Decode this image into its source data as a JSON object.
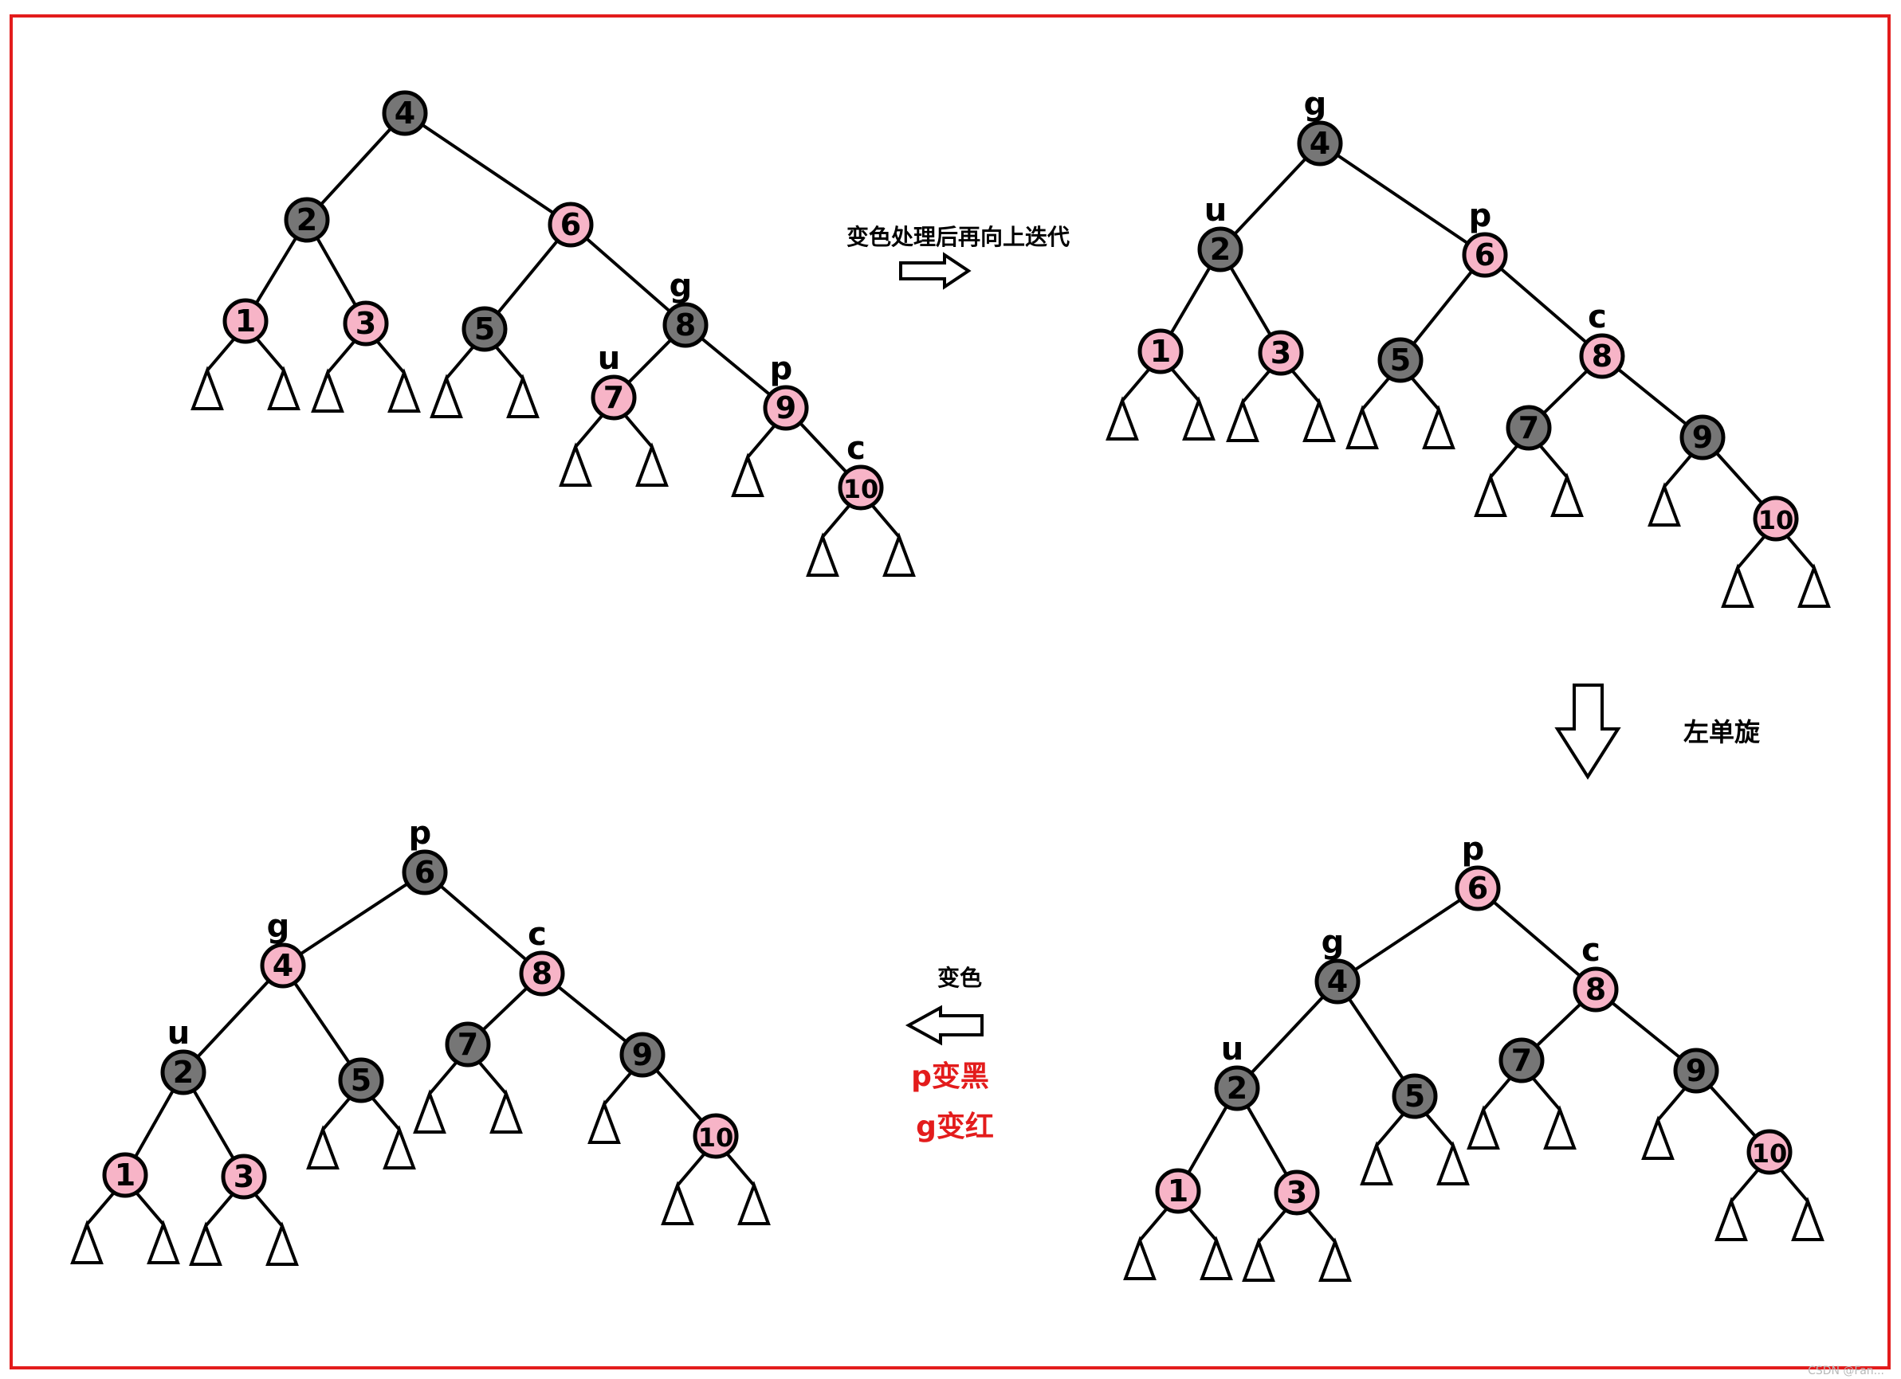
{
  "colors": {
    "black_node": "#767676",
    "red_node": "#f7b4c7",
    "frame": "#e31c1c",
    "emphasis": "#e31c1c"
  },
  "trees": [
    {
      "name": "tree-before",
      "nodes": [
        {
          "id": "4",
          "color": "black"
        },
        {
          "id": "2",
          "color": "black"
        },
        {
          "id": "6",
          "color": "red"
        },
        {
          "id": "1",
          "color": "red"
        },
        {
          "id": "3",
          "color": "red"
        },
        {
          "id": "5",
          "color": "black"
        },
        {
          "id": "8",
          "color": "black",
          "tag": "g"
        },
        {
          "id": "7",
          "color": "red",
          "tag": "u"
        },
        {
          "id": "9",
          "color": "red",
          "tag": "p"
        },
        {
          "id": "10",
          "color": "red",
          "tag": "c"
        }
      ],
      "edges": [
        [
          "4",
          "2"
        ],
        [
          "4",
          "6"
        ],
        [
          "2",
          "1"
        ],
        [
          "2",
          "3"
        ],
        [
          "6",
          "5"
        ],
        [
          "6",
          "8"
        ],
        [
          "8",
          "7"
        ],
        [
          "8",
          "9"
        ],
        [
          "9",
          "10"
        ]
      ],
      "leaves": [
        "1",
        "3",
        "5",
        "7",
        "10"
      ],
      "left_leaf_only": [
        "9"
      ]
    },
    {
      "name": "tree-recolored",
      "nodes": [
        {
          "id": "4",
          "color": "black",
          "tag": "g"
        },
        {
          "id": "2",
          "color": "black",
          "tag": "u"
        },
        {
          "id": "6",
          "color": "red",
          "tag": "p"
        },
        {
          "id": "1",
          "color": "red"
        },
        {
          "id": "3",
          "color": "red"
        },
        {
          "id": "5",
          "color": "black"
        },
        {
          "id": "8",
          "color": "red",
          "tag": "c"
        },
        {
          "id": "7",
          "color": "black"
        },
        {
          "id": "9",
          "color": "black"
        },
        {
          "id": "10",
          "color": "red"
        }
      ],
      "edges": [
        [
          "4",
          "2"
        ],
        [
          "4",
          "6"
        ],
        [
          "2",
          "1"
        ],
        [
          "2",
          "3"
        ],
        [
          "6",
          "5"
        ],
        [
          "6",
          "8"
        ],
        [
          "8",
          "7"
        ],
        [
          "8",
          "9"
        ],
        [
          "9",
          "10"
        ]
      ],
      "leaves": [
        "1",
        "3",
        "5",
        "7",
        "10"
      ],
      "left_leaf_only": [
        "9"
      ]
    },
    {
      "name": "tree-final",
      "nodes": [
        {
          "id": "6",
          "color": "black",
          "tag": "p"
        },
        {
          "id": "4",
          "color": "red",
          "tag": "g"
        },
        {
          "id": "8",
          "color": "red",
          "tag": "c"
        },
        {
          "id": "2",
          "color": "black",
          "tag": "u"
        },
        {
          "id": "5",
          "color": "black"
        },
        {
          "id": "7",
          "color": "black"
        },
        {
          "id": "9",
          "color": "black"
        },
        {
          "id": "1",
          "color": "red"
        },
        {
          "id": "3",
          "color": "red"
        },
        {
          "id": "10",
          "color": "red"
        }
      ],
      "edges": [
        [
          "6",
          "4"
        ],
        [
          "6",
          "8"
        ],
        [
          "4",
          "2"
        ],
        [
          "4",
          "5"
        ],
        [
          "8",
          "7"
        ],
        [
          "8",
          "9"
        ],
        [
          "2",
          "1"
        ],
        [
          "2",
          "3"
        ],
        [
          "9",
          "10"
        ]
      ],
      "leaves": [
        "1",
        "3",
        "5",
        "7",
        "10"
      ],
      "left_leaf_only": [
        "9"
      ]
    },
    {
      "name": "tree-rotated",
      "nodes": [
        {
          "id": "6",
          "color": "red",
          "tag": "p"
        },
        {
          "id": "4",
          "color": "black",
          "tag": "g"
        },
        {
          "id": "8",
          "color": "red",
          "tag": "c"
        },
        {
          "id": "2",
          "color": "black",
          "tag": "u"
        },
        {
          "id": "5",
          "color": "black"
        },
        {
          "id": "7",
          "color": "black"
        },
        {
          "id": "9",
          "color": "black"
        },
        {
          "id": "1",
          "color": "red"
        },
        {
          "id": "3",
          "color": "red"
        },
        {
          "id": "10",
          "color": "red"
        }
      ],
      "edges": [
        [
          "6",
          "4"
        ],
        [
          "6",
          "8"
        ],
        [
          "4",
          "2"
        ],
        [
          "4",
          "5"
        ],
        [
          "8",
          "7"
        ],
        [
          "8",
          "9"
        ],
        [
          "2",
          "1"
        ],
        [
          "2",
          "3"
        ],
        [
          "9",
          "10"
        ]
      ],
      "leaves": [
        "1",
        "3",
        "5",
        "7",
        "10"
      ],
      "left_leaf_only": [
        "9"
      ]
    }
  ],
  "captions": {
    "recolor_then_iterate": "变色处理后再向上迭代",
    "left_rotation": "左单旋",
    "recolor": "变色",
    "p_to_black": "p变黑",
    "g_to_red": "g变红"
  },
  "watermark": "CSDN @Fan..."
}
